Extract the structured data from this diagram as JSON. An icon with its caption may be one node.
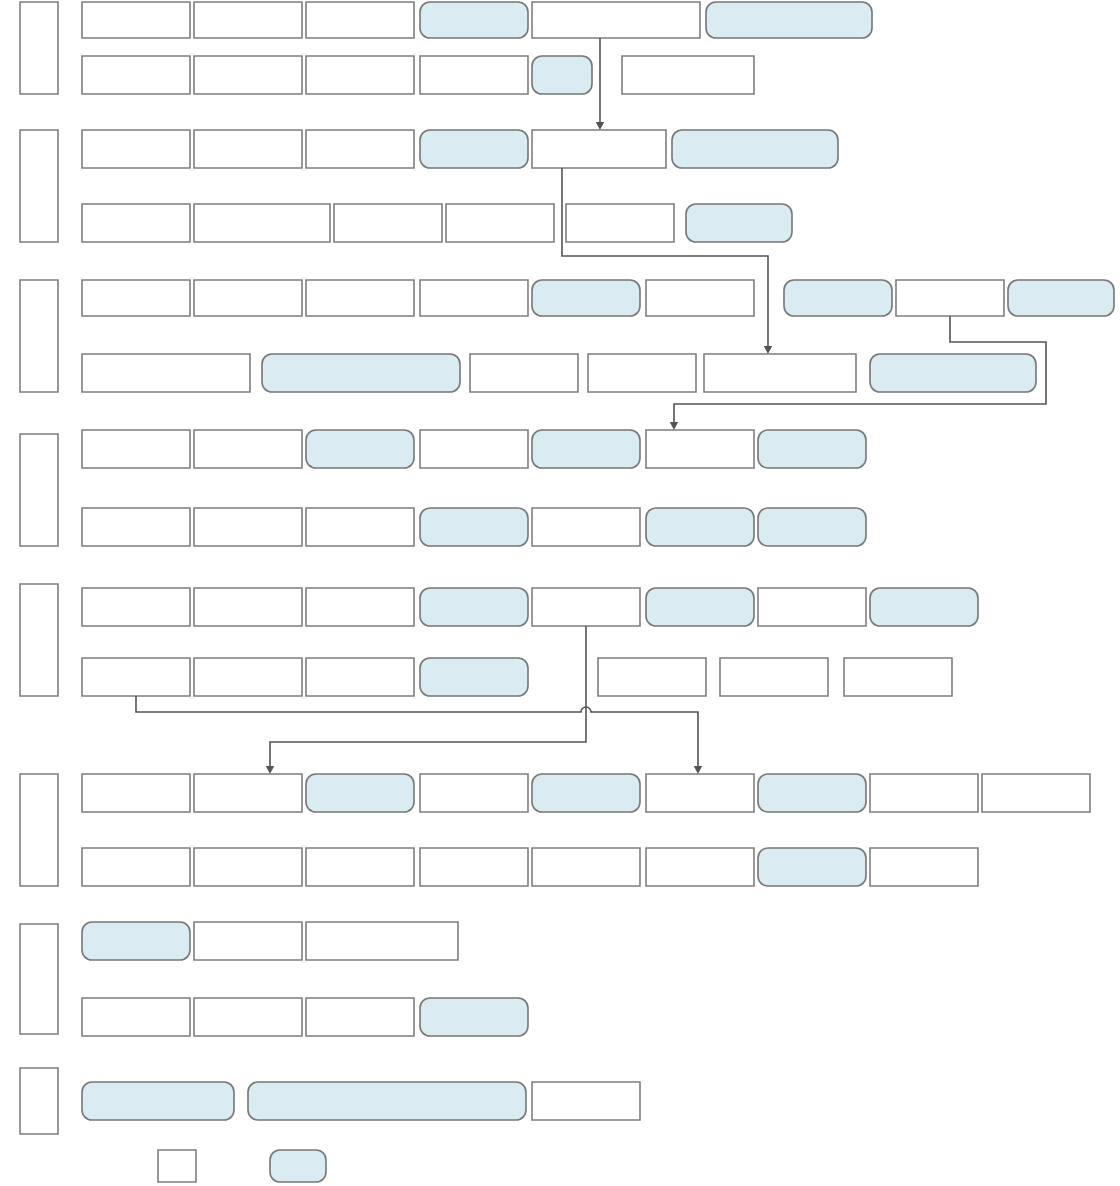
{
  "diagram": {
    "nodes": [
      {
        "text": [],
        "shape": "box"
      },
      {
        "text": [],
        "shape": "box"
      },
      {
        "text": [],
        "shape": "box"
      },
      {
        "text": [],
        "shape": "box"
      },
      {
        "text": [],
        "shape": "pill"
      },
      {
        "text": [],
        "shape": "box"
      },
      {
        "text": [],
        "shape": "pill"
      },
      {
        "text": [],
        "shape": "box"
      },
      {
        "text": [],
        "shape": "box"
      },
      {
        "text": [],
        "shape": "box"
      },
      {
        "text": [],
        "shape": "box"
      },
      {
        "text": [],
        "shape": "pill"
      },
      {
        "text": [],
        "shape": "box"
      },
      {
        "text": [],
        "shape": "box"
      },
      {
        "text": [],
        "shape": "box"
      },
      {
        "text": [],
        "shape": "box"
      },
      {
        "text": [],
        "shape": "box"
      },
      {
        "text": [],
        "shape": "pill"
      },
      {
        "text": [],
        "shape": "box"
      },
      {
        "text": [],
        "shape": "pill"
      },
      {
        "text": [],
        "shape": "box"
      },
      {
        "text": [],
        "shape": "box"
      },
      {
        "text": [],
        "shape": "box"
      },
      {
        "text": [],
        "shape": "box"
      },
      {
        "text": [],
        "shape": "box"
      },
      {
        "text": [],
        "shape": "pill"
      },
      {
        "text": [],
        "shape": "box"
      },
      {
        "text": [],
        "shape": "box"
      },
      {
        "text": [],
        "shape": "box"
      },
      {
        "text": [],
        "shape": "box"
      },
      {
        "text": [],
        "shape": "box"
      },
      {
        "text": [],
        "shape": "pill"
      },
      {
        "text": [],
        "shape": "box"
      },
      {
        "text": [],
        "shape": "pill"
      },
      {
        "text": [],
        "shape": "box"
      },
      {
        "text": [],
        "shape": "pill"
      },
      {
        "text": [],
        "shape": "box"
      },
      {
        "text": [],
        "shape": "pill"
      },
      {
        "text": [],
        "shape": "box"
      },
      {
        "text": [],
        "shape": "box"
      },
      {
        "text": [],
        "shape": "box"
      },
      {
        "text": [],
        "shape": "pill"
      },
      {
        "text": [],
        "shape": "box"
      },
      {
        "text": [],
        "shape": "box"
      },
      {
        "text": [],
        "shape": "box"
      },
      {
        "text": [],
        "shape": "pill"
      },
      {
        "text": [],
        "shape": "box"
      },
      {
        "text": [],
        "shape": "pill"
      },
      {
        "text": [],
        "shape": "box"
      },
      {
        "text": [],
        "shape": "pill"
      },
      {
        "text": [],
        "shape": "box"
      },
      {
        "text": [],
        "shape": "box"
      },
      {
        "text": [],
        "shape": "box"
      },
      {
        "text": [],
        "shape": "pill"
      },
      {
        "text": [],
        "shape": "box"
      },
      {
        "text": [],
        "shape": "pill"
      },
      {
        "text": [],
        "shape": "pill"
      },
      {
        "text": [],
        "shape": "box"
      },
      {
        "text": [],
        "shape": "box"
      },
      {
        "text": [],
        "shape": "box"
      },
      {
        "text": [],
        "shape": "box"
      },
      {
        "text": [],
        "shape": "pill"
      },
      {
        "text": [],
        "shape": "box"
      },
      {
        "text": [],
        "shape": "pill"
      },
      {
        "text": [],
        "shape": "box"
      },
      {
        "text": [],
        "shape": "pill"
      },
      {
        "text": [],
        "shape": "box"
      },
      {
        "text": [],
        "shape": "box"
      },
      {
        "text": [],
        "shape": "box"
      },
      {
        "text": [],
        "shape": "pill"
      },
      {
        "text": [],
        "shape": "box"
      },
      {
        "text": [],
        "shape": "box"
      },
      {
        "text": [],
        "shape": "box"
      },
      {
        "text": [],
        "shape": "box"
      },
      {
        "text": [],
        "shape": "box"
      },
      {
        "text": [],
        "shape": "box"
      },
      {
        "text": [],
        "shape": "pill"
      },
      {
        "text": [],
        "shape": "box"
      },
      {
        "text": [],
        "shape": "pill"
      },
      {
        "text": [],
        "shape": "box"
      },
      {
        "text": [],
        "shape": "pill"
      },
      {
        "text": [],
        "shape": "box"
      },
      {
        "text": [],
        "shape": "box"
      },
      {
        "text": [],
        "shape": "box"
      },
      {
        "text": [],
        "shape": "box"
      },
      {
        "text": [],
        "shape": "box"
      },
      {
        "text": [],
        "shape": "box"
      },
      {
        "text": [],
        "shape": "box"
      },
      {
        "text": [],
        "shape": "box"
      },
      {
        "text": [],
        "shape": "pill"
      },
      {
        "text": [],
        "shape": "box"
      },
      {
        "text": [],
        "shape": "box"
      },
      {
        "text": [],
        "shape": "pill"
      },
      {
        "text": [],
        "shape": "box"
      },
      {
        "text": [],
        "shape": "box"
      },
      {
        "text": [],
        "shape": "box"
      },
      {
        "text": [],
        "shape": "box"
      },
      {
        "text": [],
        "shape": "box"
      },
      {
        "text": [],
        "shape": "pill"
      },
      {
        "text": [],
        "shape": "box"
      },
      {
        "text": [],
        "shape": "pill"
      },
      {
        "text": [],
        "shape": "pill"
      },
      {
        "text": [],
        "shape": "box"
      },
      {
        "text": [],
        "shape": "box"
      },
      {
        "text": [],
        "shape": "pill"
      }
    ],
    "edges": [
      {
        "from": 5,
        "to": 18,
        "arrow": "to"
      },
      {
        "from": 18,
        "to": 40,
        "arrow": "to"
      },
      {
        "from": 34,
        "to": 48,
        "arrow": "to"
      },
      {
        "from": 62,
        "to": 75,
        "arrow": "to"
      },
      {
        "from": 66,
        "to": 79,
        "arrow": "to"
      }
    ]
  }
}
